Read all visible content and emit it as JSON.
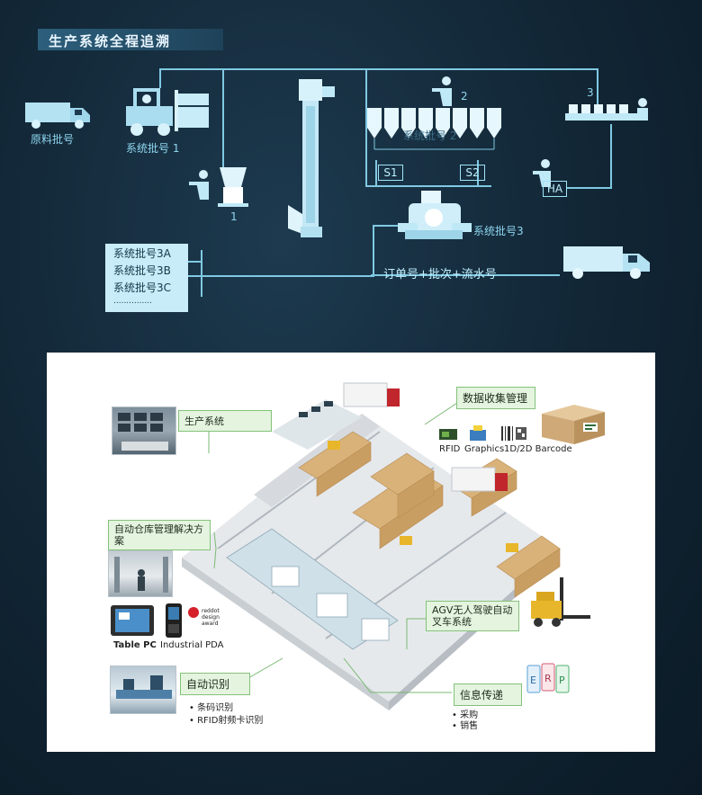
{
  "title": "生产系统全程追溯",
  "trace": {
    "raw_batch": "原料批号",
    "sys_batch1": "系统批号 1",
    "step1": "1",
    "step2": "2",
    "step3": "3",
    "sys_batch2": "系统批号 2",
    "s1": "S1",
    "s2": "S2",
    "ha": "HA",
    "sys_batch3": "系统批号3",
    "order_code": "订单号+批次+流水号",
    "batch_list": [
      "系统批号3A",
      "系统批号3B",
      "系统批号3C",
      "..............."
    ]
  },
  "factory": {
    "production_system": "生产系统",
    "data_collection": "数据收集管理",
    "rfid": "RFID",
    "graphics": "Graphics",
    "barcode": "1D/2D Barcode",
    "warehouse_solution": "自动仓库管理解决方案",
    "table_pc": "Table PC",
    "industrial_pda": "Industrial PDA",
    "reddot": "reddot design award",
    "agv": "AGV无人驾驶自动叉车系统",
    "auto_identify": "自动识别",
    "auto_identify_items": [
      "条码识别",
      "RFID射频卡识别"
    ],
    "info_transfer": "信息传递",
    "info_transfer_items": [
      "采购",
      "销售"
    ],
    "erp_letters": [
      "E",
      "R",
      "P"
    ]
  },
  "colors": {
    "accent": "#8fd6ef",
    "tag_green": "#e4f4df"
  }
}
